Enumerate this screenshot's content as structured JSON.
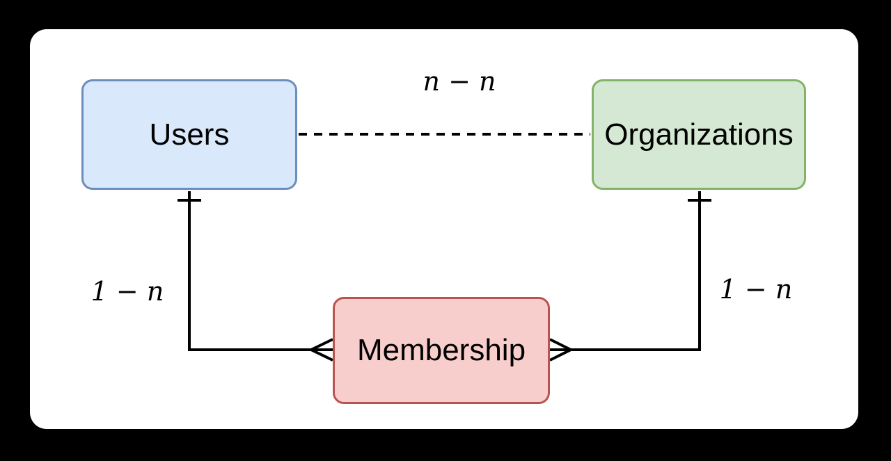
{
  "canvas": {
    "background": "#000000",
    "card_background": "#ffffff"
  },
  "diagram": {
    "type": "entity-relationship",
    "line_color": "#000000",
    "text_color": "#000000",
    "entities": [
      {
        "id": "users",
        "label": "Users",
        "fill": "#dae8fc",
        "stroke": "#6c8ebf"
      },
      {
        "id": "organizations",
        "label": "Organizations",
        "fill": "#d5e8d4",
        "stroke": "#82b366"
      },
      {
        "id": "membership",
        "label": "Membership",
        "fill": "#f8cecc",
        "stroke": "#b85450"
      }
    ],
    "relationships": [
      {
        "from": "Users",
        "to": "Organizations",
        "label": "n − n",
        "line_style": "dashed",
        "from_end": "plain",
        "to_end": "plain"
      },
      {
        "from": "Users",
        "to": "Membership",
        "label": "1 − n",
        "line_style": "solid",
        "from_end": "one",
        "to_end": "many"
      },
      {
        "from": "Organizations",
        "to": "Membership",
        "label": "1 − n",
        "line_style": "solid",
        "from_end": "one",
        "to_end": "many"
      }
    ]
  }
}
